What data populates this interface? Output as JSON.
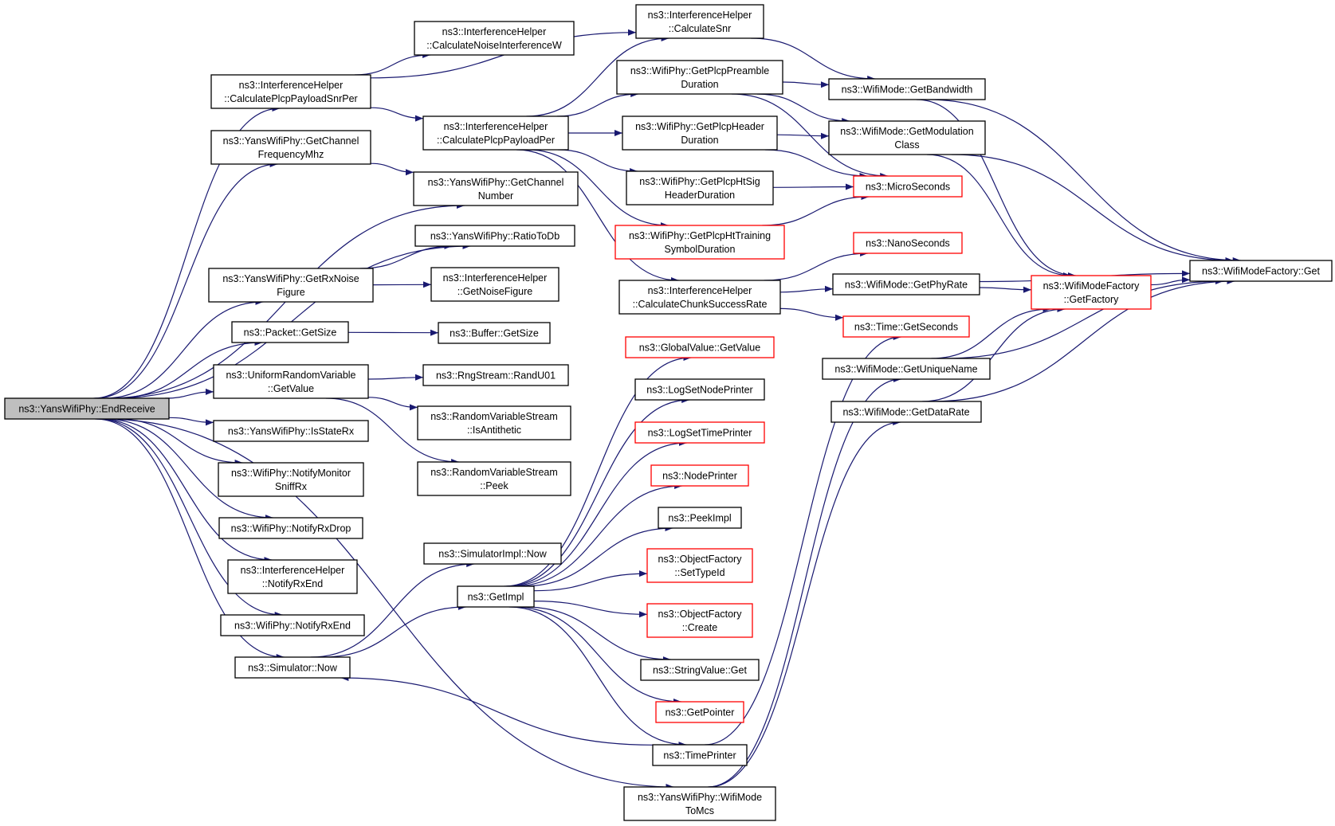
{
  "colors": {
    "edge": "#191970",
    "normal_border": "#000000",
    "undocumented_border": "#ff0000",
    "root_fill": "#bfbfbf",
    "node_fill": "#ffffff"
  },
  "nodes": {
    "endreceive": {
      "lines": [
        "ns3::YansWifiPhy::EndReceive"
      ],
      "style": "root"
    },
    "calcPlcpSnrPer": {
      "lines": [
        "ns3::InterferenceHelper",
        "::CalculatePlcpPayloadSnrPer"
      ],
      "style": "normal"
    },
    "getChannelFreq": {
      "lines": [
        "ns3::YansWifiPhy::GetChannel",
        "FrequencyMhz"
      ],
      "style": "normal"
    },
    "getRxNoiseFigure": {
      "lines": [
        "ns3::YansWifiPhy::GetRxNoise",
        "Figure"
      ],
      "style": "normal"
    },
    "packetGetSize": {
      "lines": [
        "ns3::Packet::GetSize"
      ],
      "style": "normal"
    },
    "uniformGetValue": {
      "lines": [
        "ns3::UniformRandomVariable",
        "::GetValue"
      ],
      "style": "normal"
    },
    "isStateRx": {
      "lines": [
        "ns3::YansWifiPhy::IsStateRx"
      ],
      "style": "normal"
    },
    "notifyMonitorSniffRx": {
      "lines": [
        "ns3::WifiPhy::NotifyMonitor",
        "SniffRx"
      ],
      "style": "normal"
    },
    "notifyRxDrop": {
      "lines": [
        "ns3::WifiPhy::NotifyRxDrop"
      ],
      "style": "normal"
    },
    "ihNotifyRxEnd": {
      "lines": [
        "ns3::InterferenceHelper",
        "::NotifyRxEnd"
      ],
      "style": "normal"
    },
    "wpNotifyRxEnd": {
      "lines": [
        "ns3::WifiPhy::NotifyRxEnd"
      ],
      "style": "normal"
    },
    "simulatorNow": {
      "lines": [
        "ns3::Simulator::Now"
      ],
      "style": "normal"
    },
    "calcNoiseInterf": {
      "lines": [
        "ns3::InterferenceHelper",
        "::CalculateNoiseInterferenceW"
      ],
      "style": "normal"
    },
    "calcPlcpPayloadPer": {
      "lines": [
        "ns3::InterferenceHelper",
        "::CalculatePlcpPayloadPer"
      ],
      "style": "normal"
    },
    "getChannelNumber": {
      "lines": [
        "ns3::YansWifiPhy::GetChannel",
        "Number"
      ],
      "style": "normal"
    },
    "ratioToDb": {
      "lines": [
        "ns3::YansWifiPhy::RatioToDb"
      ],
      "style": "normal"
    },
    "getNoiseFigure": {
      "lines": [
        "ns3::InterferenceHelper",
        "::GetNoiseFigure"
      ],
      "style": "normal"
    },
    "bufferGetSize": {
      "lines": [
        "ns3::Buffer::GetSize"
      ],
      "style": "normal"
    },
    "randU01": {
      "lines": [
        "ns3::RngStream::RandU01"
      ],
      "style": "normal"
    },
    "isAntithetic": {
      "lines": [
        "ns3::RandomVariableStream",
        "::IsAntithetic"
      ],
      "style": "normal"
    },
    "rvsPeek": {
      "lines": [
        "ns3::RandomVariableStream",
        "::Peek"
      ],
      "style": "normal"
    },
    "simImplNow": {
      "lines": [
        "ns3::SimulatorImpl::Now"
      ],
      "style": "normal"
    },
    "getImpl": {
      "lines": [
        "ns3::GetImpl"
      ],
      "style": "normal"
    },
    "calculateSnr": {
      "lines": [
        "ns3::InterferenceHelper",
        "::CalculateSnr"
      ],
      "style": "normal"
    },
    "getPlcpPreamble": {
      "lines": [
        "ns3::WifiPhy::GetPlcpPreamble",
        "Duration"
      ],
      "style": "normal"
    },
    "getPlcpHeader": {
      "lines": [
        "ns3::WifiPhy::GetPlcpHeader",
        "Duration"
      ],
      "style": "normal"
    },
    "getPlcpHtSig": {
      "lines": [
        "ns3::WifiPhy::GetPlcpHtSig",
        "HeaderDuration"
      ],
      "style": "normal"
    },
    "getPlcpHtTraining": {
      "lines": [
        "ns3::WifiPhy::GetPlcpHtTraining",
        "SymbolDuration"
      ],
      "style": "undocumented"
    },
    "calcChunkSuccess": {
      "lines": [
        "ns3::InterferenceHelper",
        "::CalculateChunkSuccessRate"
      ],
      "style": "normal"
    },
    "globalValueGet": {
      "lines": [
        "ns3::GlobalValue::GetValue"
      ],
      "style": "undocumented"
    },
    "logSetNodePrinter": {
      "lines": [
        "ns3::LogSetNodePrinter"
      ],
      "style": "normal"
    },
    "logSetTimePrinter": {
      "lines": [
        "ns3::LogSetTimePrinter"
      ],
      "style": "undocumented"
    },
    "nodePrinter": {
      "lines": [
        "ns3::NodePrinter"
      ],
      "style": "undocumented"
    },
    "peekImpl": {
      "lines": [
        "ns3::PeekImpl"
      ],
      "style": "normal"
    },
    "ofSetTypeId": {
      "lines": [
        "ns3::ObjectFactory",
        "::SetTypeId"
      ],
      "style": "undocumented"
    },
    "ofCreate": {
      "lines": [
        "ns3::ObjectFactory",
        "::Create"
      ],
      "style": "undocumented"
    },
    "stringValueGet": {
      "lines": [
        "ns3::StringValue::Get"
      ],
      "style": "normal"
    },
    "getPointer": {
      "lines": [
        "ns3::GetPointer"
      ],
      "style": "undocumented"
    },
    "timePrinter": {
      "lines": [
        "ns3::TimePrinter"
      ],
      "style": "normal"
    },
    "wifiModeToMcs": {
      "lines": [
        "ns3::YansWifiPhy::WifiMode",
        "ToMcs"
      ],
      "style": "normal"
    },
    "getBandwidth": {
      "lines": [
        "ns3::WifiMode::GetBandwidth"
      ],
      "style": "normal"
    },
    "getModClass": {
      "lines": [
        "ns3::WifiMode::GetModulation",
        "Class"
      ],
      "style": "normal"
    },
    "microSeconds": {
      "lines": [
        "ns3::MicroSeconds"
      ],
      "style": "undocumented"
    },
    "nanoSeconds": {
      "lines": [
        "ns3::NanoSeconds"
      ],
      "style": "undocumented"
    },
    "getPhyRate": {
      "lines": [
        "ns3::WifiMode::GetPhyRate"
      ],
      "style": "normal"
    },
    "timeGetSeconds": {
      "lines": [
        "ns3::Time::GetSeconds"
      ],
      "style": "undocumented"
    },
    "getUniqueName": {
      "lines": [
        "ns3::WifiMode::GetUniqueName"
      ],
      "style": "normal"
    },
    "getDataRate": {
      "lines": [
        "ns3::WifiMode::GetDataRate"
      ],
      "style": "normal"
    },
    "getFactory": {
      "lines": [
        "ns3::WifiModeFactory",
        "::GetFactory"
      ],
      "style": "undocumented"
    },
    "factoryGet": {
      "lines": [
        "ns3::WifiModeFactory::Get"
      ],
      "style": "normal"
    }
  },
  "edges": [
    [
      "endreceive",
      "calcPlcpSnrPer"
    ],
    [
      "endreceive",
      "getChannelFreq"
    ],
    [
      "endreceive",
      "getChannelNumber"
    ],
    [
      "endreceive",
      "ratioToDb"
    ],
    [
      "endreceive",
      "getRxNoiseFigure"
    ],
    [
      "endreceive",
      "packetGetSize"
    ],
    [
      "endreceive",
      "uniformGetValue"
    ],
    [
      "endreceive",
      "isStateRx"
    ],
    [
      "endreceive",
      "notifyMonitorSniffRx"
    ],
    [
      "endreceive",
      "notifyRxDrop"
    ],
    [
      "endreceive",
      "ihNotifyRxEnd"
    ],
    [
      "endreceive",
      "wpNotifyRxEnd"
    ],
    [
      "endreceive",
      "simulatorNow"
    ],
    [
      "endreceive",
      "wifiModeToMcs"
    ],
    [
      "calcPlcpSnrPer",
      "calcNoiseInterf"
    ],
    [
      "calcPlcpSnrPer",
      "calculateSnr"
    ],
    [
      "calcPlcpSnrPer",
      "calcPlcpPayloadPer"
    ],
    [
      "getChannelFreq",
      "getChannelNumber"
    ],
    [
      "getRxNoiseFigure",
      "ratioToDb"
    ],
    [
      "getRxNoiseFigure",
      "getNoiseFigure"
    ],
    [
      "packetGetSize",
      "bufferGetSize"
    ],
    [
      "uniformGetValue",
      "randU01"
    ],
    [
      "uniformGetValue",
      "isAntithetic"
    ],
    [
      "uniformGetValue",
      "rvsPeek"
    ],
    [
      "simulatorNow",
      "simImplNow"
    ],
    [
      "simulatorNow",
      "getImpl"
    ],
    [
      "calcPlcpPayloadPer",
      "calculateSnr"
    ],
    [
      "calcPlcpPayloadPer",
      "getPlcpPreamble"
    ],
    [
      "calcPlcpPayloadPer",
      "getPlcpHeader"
    ],
    [
      "calcPlcpPayloadPer",
      "getPlcpHtSig"
    ],
    [
      "calcPlcpPayloadPer",
      "getPlcpHtTraining"
    ],
    [
      "calcPlcpPayloadPer",
      "calcChunkSuccess"
    ],
    [
      "getImpl",
      "globalValueGet"
    ],
    [
      "getImpl",
      "logSetNodePrinter"
    ],
    [
      "getImpl",
      "logSetTimePrinter"
    ],
    [
      "getImpl",
      "nodePrinter"
    ],
    [
      "getImpl",
      "peekImpl"
    ],
    [
      "getImpl",
      "ofSetTypeId"
    ],
    [
      "getImpl",
      "ofCreate"
    ],
    [
      "getImpl",
      "stringValueGet"
    ],
    [
      "getImpl",
      "getPointer"
    ],
    [
      "getImpl",
      "timePrinter"
    ],
    [
      "timePrinter",
      "simulatorNow"
    ],
    [
      "timePrinter",
      "timeGetSeconds"
    ],
    [
      "calculateSnr",
      "getBandwidth"
    ],
    [
      "getPlcpPreamble",
      "getBandwidth"
    ],
    [
      "getPlcpPreamble",
      "getModClass"
    ],
    [
      "getPlcpPreamble",
      "microSeconds"
    ],
    [
      "getPlcpHeader",
      "getModClass"
    ],
    [
      "getPlcpHeader",
      "microSeconds"
    ],
    [
      "getPlcpHtSig",
      "microSeconds"
    ],
    [
      "getPlcpHtTraining",
      "microSeconds"
    ],
    [
      "calcChunkSuccess",
      "nanoSeconds"
    ],
    [
      "calcChunkSuccess",
      "getPhyRate"
    ],
    [
      "calcChunkSuccess",
      "timeGetSeconds"
    ],
    [
      "wifiModeToMcs",
      "getUniqueName"
    ],
    [
      "wifiModeToMcs",
      "getDataRate"
    ],
    [
      "getBandwidth",
      "getFactory"
    ],
    [
      "getBandwidth",
      "factoryGet"
    ],
    [
      "getModClass",
      "getFactory"
    ],
    [
      "getModClass",
      "factoryGet"
    ],
    [
      "getPhyRate",
      "getFactory"
    ],
    [
      "getPhyRate",
      "factoryGet"
    ],
    [
      "getUniqueName",
      "getFactory"
    ],
    [
      "getUniqueName",
      "factoryGet"
    ],
    [
      "getDataRate",
      "getFactory"
    ],
    [
      "getDataRate",
      "factoryGet"
    ],
    [
      "getFactory",
      "factoryGet"
    ]
  ]
}
